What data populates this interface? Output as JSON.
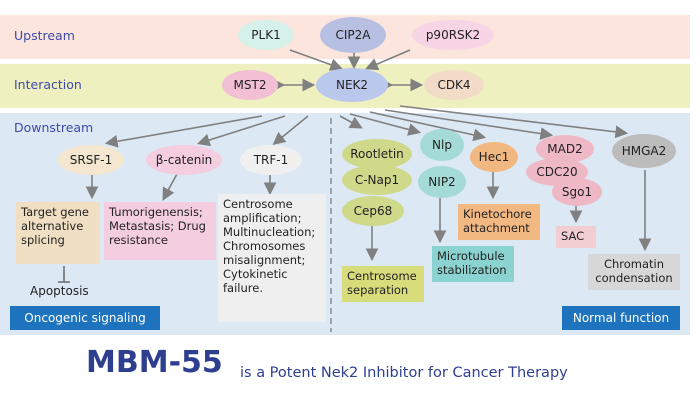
{
  "bands": {
    "upstream": "Upstream",
    "interaction": "Interaction",
    "downstream": "Downstream"
  },
  "upstream": {
    "plk1": "PLK1",
    "cip2a": "CIP2A",
    "p90rsk2": "p90RSK2"
  },
  "interaction": {
    "mst2": "MST2",
    "nek2": "NEK2",
    "cdk4": "CDK4"
  },
  "downstream_left": {
    "srsf1": "SRSF-1",
    "beta_catenin": "β-catenin",
    "trf1": "TRF-1",
    "target_gene": "Target gene alternative splicing",
    "apoptosis": "Apoptosis",
    "tumorigenesis": "Tumorigenensis; Metastasis; Drug resistance",
    "centrosome_amp": "Centrosome amplification; Multinucleation; Chromosomes misalignment; Cytokinetic failure.",
    "footer": "Oncogenic signaling"
  },
  "downstream_right": {
    "rootletin": "Rootletin",
    "cnap1": "C-Nap1",
    "cep68": "Cep68",
    "nlp": "Nlp",
    "nip2": "NIP2",
    "hec1": "Hec1",
    "mad2": "MAD2",
    "cdc20": "CDC20",
    "sgo1": "Sgo1",
    "hmga2": "HMGA2",
    "centrosome_sep": "Centrosome separation",
    "microtubule": "Microtubule stabilization",
    "kinetochore": "Kinetochore attachment",
    "sac": "SAC",
    "chromatin": "Chromatin condensation",
    "footer": "Normal function"
  },
  "title": {
    "main": "MBM-55",
    "sub": "is a Potent Nek2 Inhibitor for Cancer Therapy"
  },
  "colors": {
    "upstream_band": "#fbe5dc",
    "interaction_band": "#eef0c0",
    "downstream_band": "#dce8f3",
    "accent_blue": "#1e73be",
    "title_blue": "#2f3f8f"
  }
}
